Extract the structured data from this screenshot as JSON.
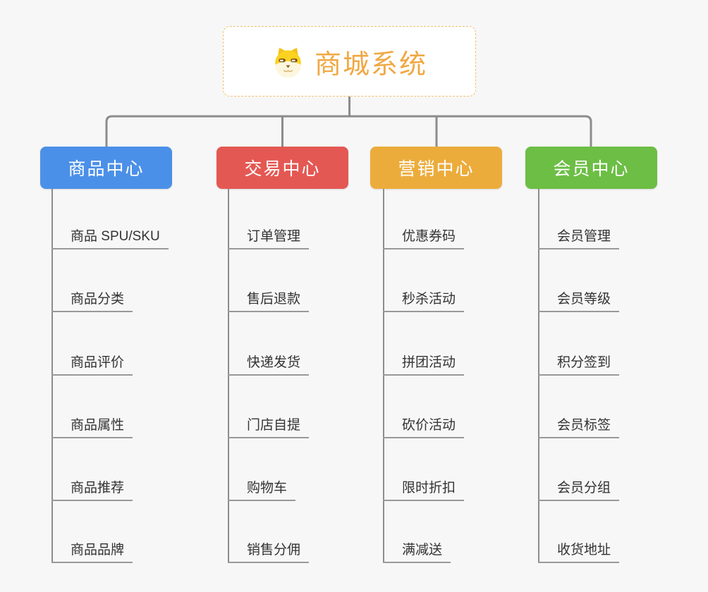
{
  "root": {
    "title": "商城系统",
    "icon": "dog-face-icon"
  },
  "branches": [
    {
      "label": "商品中心",
      "color": "#4b90e8",
      "items": [
        "商品 SPU/SKU",
        "商品分类",
        "商品评价",
        "商品属性",
        "商品推荐",
        "商品品牌"
      ]
    },
    {
      "label": "交易中心",
      "color": "#e45853",
      "items": [
        "订单管理",
        "售后退款",
        "快递发货",
        "门店自提",
        "购物车",
        "销售分佣"
      ]
    },
    {
      "label": "营销中心",
      "color": "#ecac3c",
      "items": [
        "优惠券码",
        "秒杀活动",
        "拼团活动",
        "砍价活动",
        "限时折扣",
        "满减送"
      ]
    },
    {
      "label": "会员中心",
      "color": "#6cbe44",
      "items": [
        "会员管理",
        "会员等级",
        "积分签到",
        "会员标签",
        "会员分组",
        "收货地址"
      ]
    }
  ],
  "colors": {
    "background": "#f7f7f7",
    "root_border": "#f0c070",
    "root_title": "#f0a843",
    "connector": "#8c8c8c",
    "leaf_text": "#333333",
    "leaf_underline": "#999999"
  }
}
